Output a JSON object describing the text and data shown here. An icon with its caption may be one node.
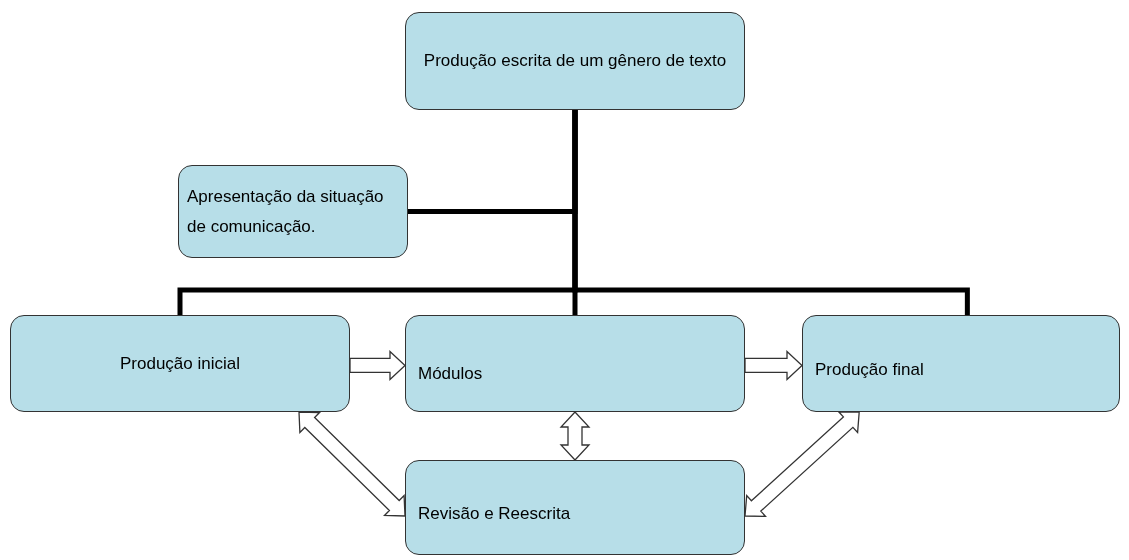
{
  "diagram": {
    "nodes": [
      {
        "text": [
          "Produção escrita de um gênero de texto"
        ]
      },
      {
        "text": [
          "Apresentação da situação de comunicação."
        ]
      },
      {
        "text": [
          "Produção inicial"
        ]
      },
      {
        "text": [
          "Módulos"
        ]
      },
      {
        "text": [
          "Produção final"
        ]
      },
      {
        "text": [
          "Revisão e Reescrita"
        ]
      }
    ],
    "edges": [
      {
        "from": 0,
        "to": 1,
        "arrow": "none"
      },
      {
        "from": 0,
        "to": 2,
        "arrow": "none"
      },
      {
        "from": 0,
        "to": 3,
        "arrow": "none"
      },
      {
        "from": 0,
        "to": 4,
        "arrow": "none"
      },
      {
        "from": 2,
        "to": 3,
        "arrow": "to",
        "style": "thick"
      },
      {
        "from": 3,
        "to": 4,
        "arrow": "to",
        "style": "thick"
      },
      {
        "from": 3,
        "to": 5,
        "arrow": "both",
        "style": "thick"
      },
      {
        "from": 2,
        "to": 5,
        "arrow": "both",
        "style": "thick"
      },
      {
        "from": 4,
        "to": 5,
        "arrow": "both",
        "style": "thick"
      }
    ]
  }
}
